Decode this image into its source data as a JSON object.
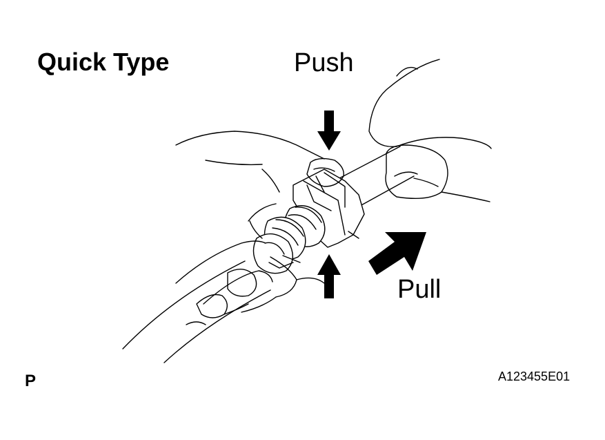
{
  "labels": {
    "title": "Quick Type",
    "push": "Push",
    "pull": "Pull",
    "mark": "P",
    "code": "A123455E01"
  }
}
